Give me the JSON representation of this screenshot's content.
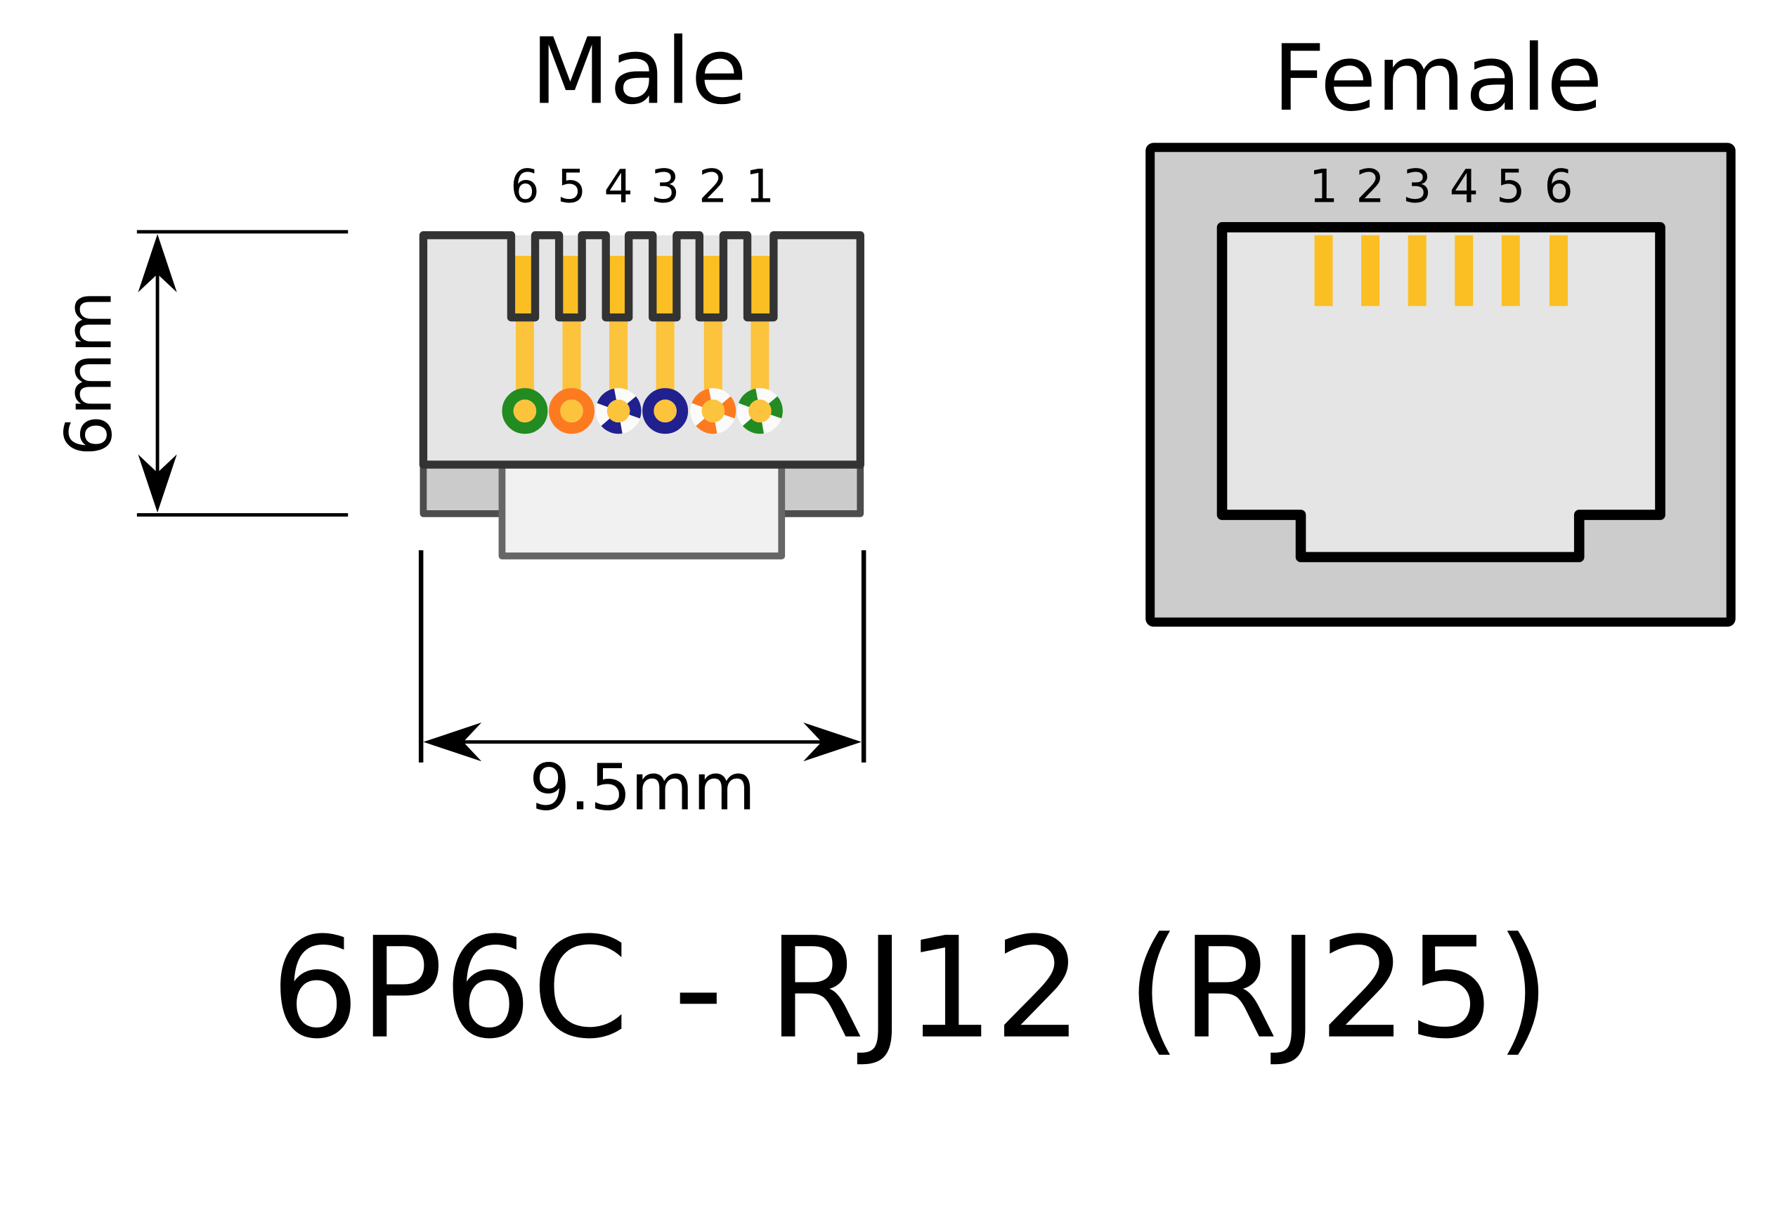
{
  "male": {
    "title": "Male",
    "pins": [
      "6",
      "5",
      "4",
      "3",
      "2",
      "1"
    ],
    "wires": [
      {
        "pin": "6",
        "color": "#228b22",
        "striped": false
      },
      {
        "pin": "5",
        "color": "#fd7b20",
        "striped": false
      },
      {
        "pin": "4",
        "color": "#20208f",
        "striped": true
      },
      {
        "pin": "3",
        "color": "#20208f",
        "striped": false
      },
      {
        "pin": "2",
        "color": "#fd7b20",
        "striped": true
      },
      {
        "pin": "1",
        "color": "#228b22",
        "striped": true
      }
    ],
    "height_label": "6mm",
    "width_label": "9.5mm"
  },
  "female": {
    "title": "Female",
    "pins": [
      "1",
      "2",
      "3",
      "4",
      "5",
      "6"
    ]
  },
  "caption": "6P6C - RJ12 (RJ25)",
  "colors": {
    "contact_gold": "#fbbf24",
    "wire_gold": "#fcc33c",
    "body_light": "#e5e5e5",
    "body_gray": "#cccccc"
  }
}
